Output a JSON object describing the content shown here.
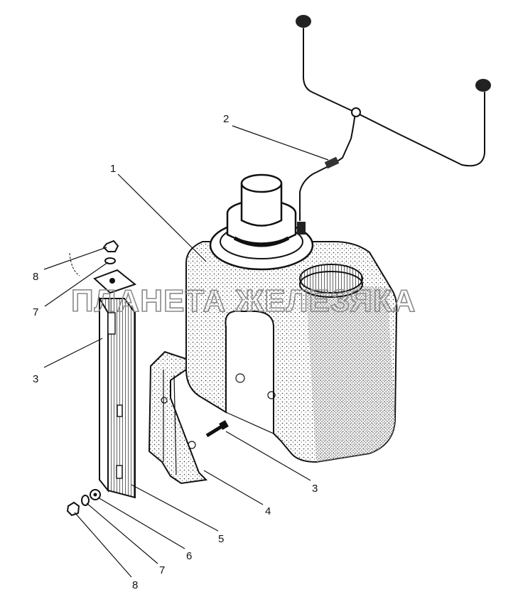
{
  "watermark_text": "ПЛАНЕТА ЖЕЛЕЗЯКА",
  "callouts": {
    "label_1": "1",
    "label_2": "2",
    "label_3_left": "3",
    "label_3_right": "3",
    "label_4": "4",
    "label_5": "5",
    "label_6": "6",
    "label_7_top": "7",
    "label_7_bottom": "7",
    "label_8_top": "8",
    "label_8_bottom": "8"
  }
}
